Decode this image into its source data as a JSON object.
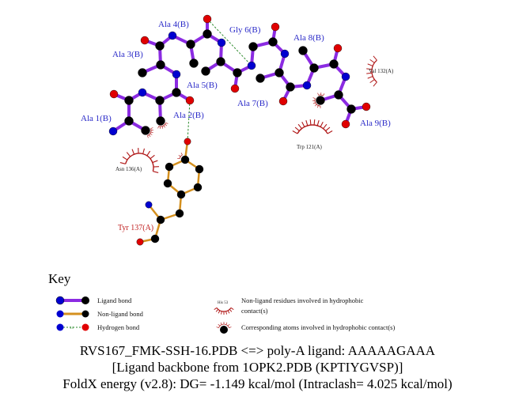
{
  "colors": {
    "ligand_bond": "#8b2be2",
    "nonligand_bond": "#d4901f",
    "hbond": "#2e8b2e",
    "carbon": "#000000",
    "nitrogen": "#0000d0",
    "oxygen": "#e00000",
    "hydrophobic": "#b01818",
    "residue_label": "#2a2ac8",
    "nonligand_label": "#c02020"
  },
  "ligand_residues": [
    "Ala 1(B)",
    "Ala 2(B)",
    "Ala 3(B)",
    "Ala 4(B)",
    "Ala 5(B)",
    "Gly 6(B)",
    "Ala 7(B)",
    "Ala 8(B)",
    "Ala 9(B)"
  ],
  "nonligand_residue": "Tyr 137(A)",
  "hydrophobic_residues": [
    "Asn 136(A)",
    "Trp 121(A)",
    "Val 132(A)"
  ],
  "key": {
    "title": "Key",
    "ligand_bond": "Ligand bond",
    "nonligand_bond": "Non-ligand bond",
    "hydrogen_bond": "Hydrogen bond",
    "hbond_length": "3.0",
    "example_residue": "His 53",
    "hydrophobic_residue_line1": "Non-ligand residues involved in hydrophobic",
    "hydrophobic_residue_line2": "contact(s)",
    "hydrophobic_atoms": "Corresponding atoms involved in hydrophobic contact(s)"
  },
  "footer": {
    "line1": "RVS167_FMK-SSH-16.PDB <=> poly-A ligand: AAAAAGAAA",
    "line2": "[Ligand backbone from 1OPK2.PDB (KPTIYGVSP)]",
    "line3": "FoldX energy (v2.8): DG= -1.149 kcal/mol (Intraclash= 4.025 kcal/mol)"
  }
}
